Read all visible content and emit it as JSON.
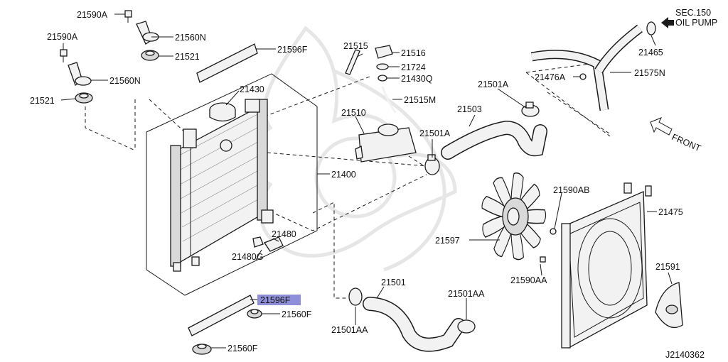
{
  "diagram_id": "J2140362",
  "section_ref": {
    "line1": "SEC.150",
    "line2": "OIL PUMP"
  },
  "front_label": "FRONT",
  "highlight_color": "#8e8fd8",
  "labels": {
    "p21590A_top": "21590A",
    "p21560N_top": "21560N",
    "p21521_top": "21521",
    "p21590A_left": "21590A",
    "p21560N_left": "21560N",
    "p21521_left": "21521",
    "p21596F_top": "21596F",
    "p21430": "21430",
    "p21400": "21400",
    "p21480": "21480",
    "p21480G": "21480G",
    "p21596F_bottom": "21596F",
    "p21560F_1": "21560F",
    "p21560F_2": "21560F",
    "p21515": "21515",
    "p21516": "21516",
    "p21724": "21724",
    "p21430Q": "21430Q",
    "p21515M": "21515M",
    "p21510": "21510",
    "p21501A_1": "21501A",
    "p21501A_2": "21501A",
    "p21503": "21503",
    "p21476A": "21476A",
    "p21575N": "21575N",
    "p21465": "21465",
    "p21590AB": "21590AB",
    "p21475": "21475",
    "p21597": "21597",
    "p21590AA": "21590AA",
    "p21591": "21591",
    "p21501": "21501",
    "p21501AA_1": "21501AA",
    "p21501AA_2": "21501AA"
  }
}
